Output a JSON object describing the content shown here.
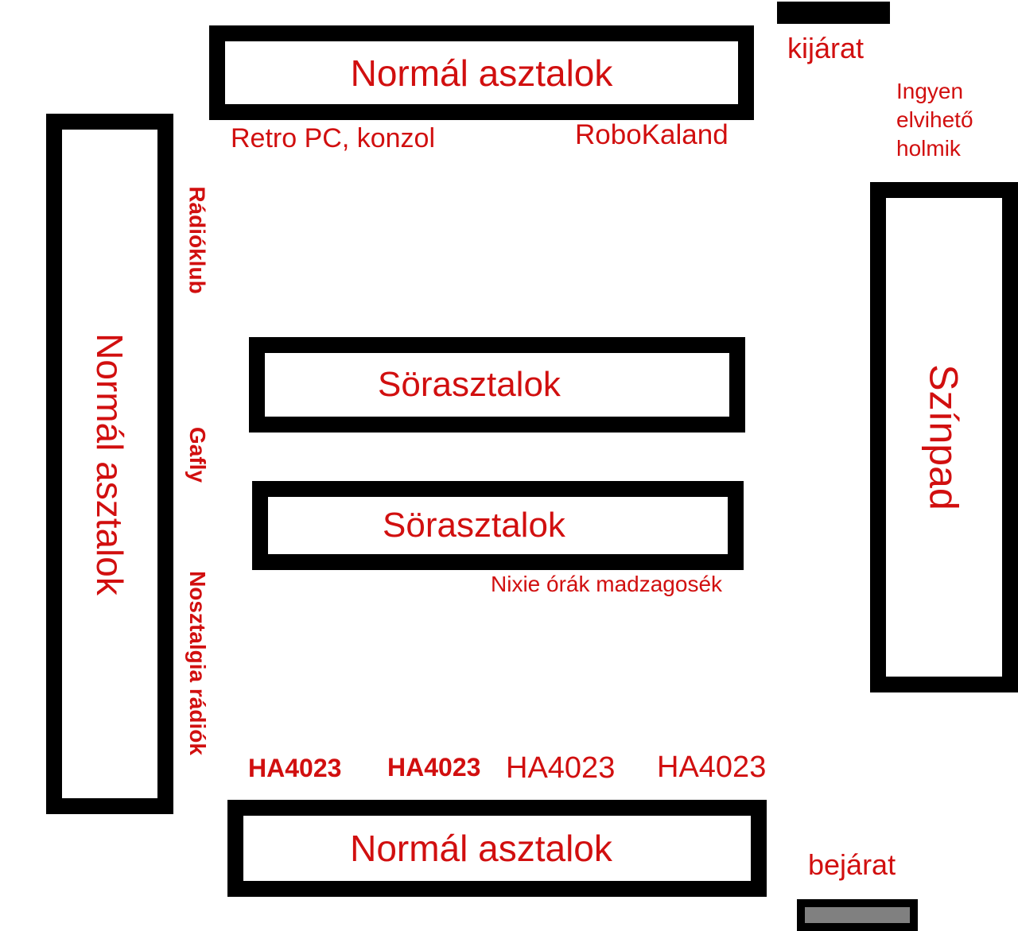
{
  "tables": {
    "top": "Normál asztalok",
    "left": "Normál asztalok",
    "bottom": "Normál asztalok",
    "beer_1": "Sörasztalok",
    "beer_2": "Sörasztalok",
    "stage": "Színpad"
  },
  "labels": {
    "exit": "kijárat",
    "entrance": "bejárat",
    "free_items": [
      "Ingyen",
      "elvihető",
      "holmik"
    ],
    "retro": "Retro PC, konzol",
    "robokaland": "RoboKaland",
    "radioklub": "Rádióklub",
    "gafly": "Gafly",
    "nosztalgia": "Nosztalgia rádiók",
    "nixie": "Nixie órák madzagosék",
    "ha": [
      "HA4023",
      "HA4023",
      "HA4023",
      "HA4023"
    ]
  },
  "colors": {
    "text": "#d10f0f",
    "border": "#000000",
    "entrance_fill": "#808080"
  }
}
